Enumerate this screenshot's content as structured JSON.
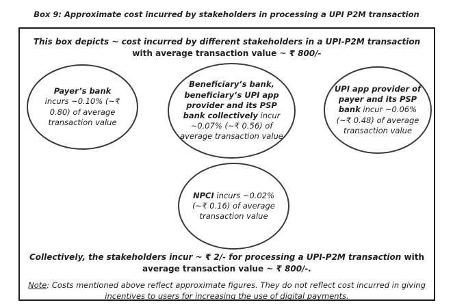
{
  "page": {
    "title": "Box 9: Approximate cost incurred by stakeholders in processing a UPI P2M transaction"
  },
  "intro": {
    "lead": "This box depicts ~ cost incurred by different stakeholders in a UPI-P2M transaction",
    "mid": " with average transaction value ",
    "value": "~ ₹ 800/-"
  },
  "ellipses": {
    "payer_bank": {
      "lead": "Payer’s bank",
      "rest": "incurs ~0.10% (~₹ 0.80) of average transaction value"
    },
    "beneficiary_group": {
      "lead": "Beneficiary’s bank, beneficiary’s UPI app provider and its PSP bank collectively",
      "rest": " incur ~0.07% (~₹ 0.56) of average transaction value"
    },
    "payer_app_group": {
      "lead": "UPI app provider of payer and its PSP bank",
      "rest": " incur ~0.06% (~₹ 0.48) of average transaction value"
    },
    "npci": {
      "lead": "NPCI",
      "rest": " incurs ~0.02% (~₹ 0.16) of average transaction value"
    }
  },
  "summary": {
    "lead": "Collectively, the stakeholders incur ~ ₹ 2/- for processing a UPI-P2M transaction",
    "mid": " with average transaction value ",
    "value": "~ ₹ 800/-."
  },
  "note": {
    "label": "Note",
    "text": ": Costs mentioned above reflect approximate figures. They do not reflect cost incurred in giving incentives to users for increasing the use of digital payments."
  },
  "colors": {
    "text": "#1f1f1f",
    "box_border": "#1c1c1c",
    "ellipse_border": "#3a3a3a",
    "background": "#ffffff"
  }
}
